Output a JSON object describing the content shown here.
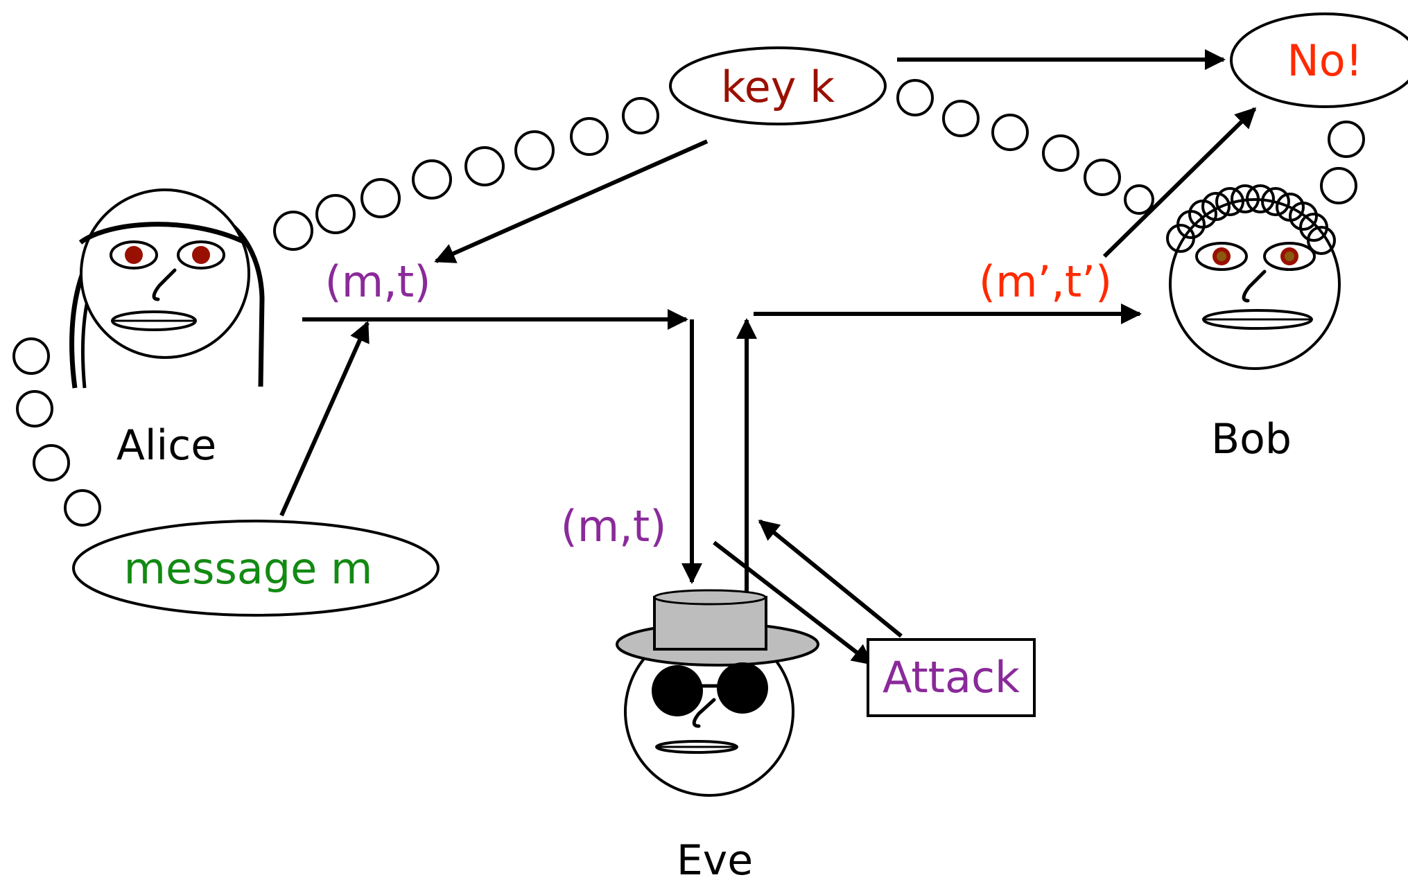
{
  "labels": {
    "alice": "Alice",
    "bob": "Bob",
    "eve": "Eve",
    "key": "key k",
    "message": "message m",
    "no": "No!",
    "mt_alice": "(m,t)",
    "mt_eve": "(m,t)",
    "mt_forged": "(m’,t’)",
    "attack": "Attack"
  },
  "colors": {
    "key": "#9a1000",
    "message": "#138a13",
    "tag": "#8a2a9a",
    "forged": "#ff2a00",
    "no": "#ff2a00",
    "attack": "#8a2a9a",
    "eye": "#9a1000",
    "bob_eye": "#8a5a10",
    "hat": "#bdbdbd"
  },
  "icons": {
    "alice": "alice-face-icon",
    "bob": "bob-face-icon",
    "eve": "eve-spy-face-icon"
  }
}
